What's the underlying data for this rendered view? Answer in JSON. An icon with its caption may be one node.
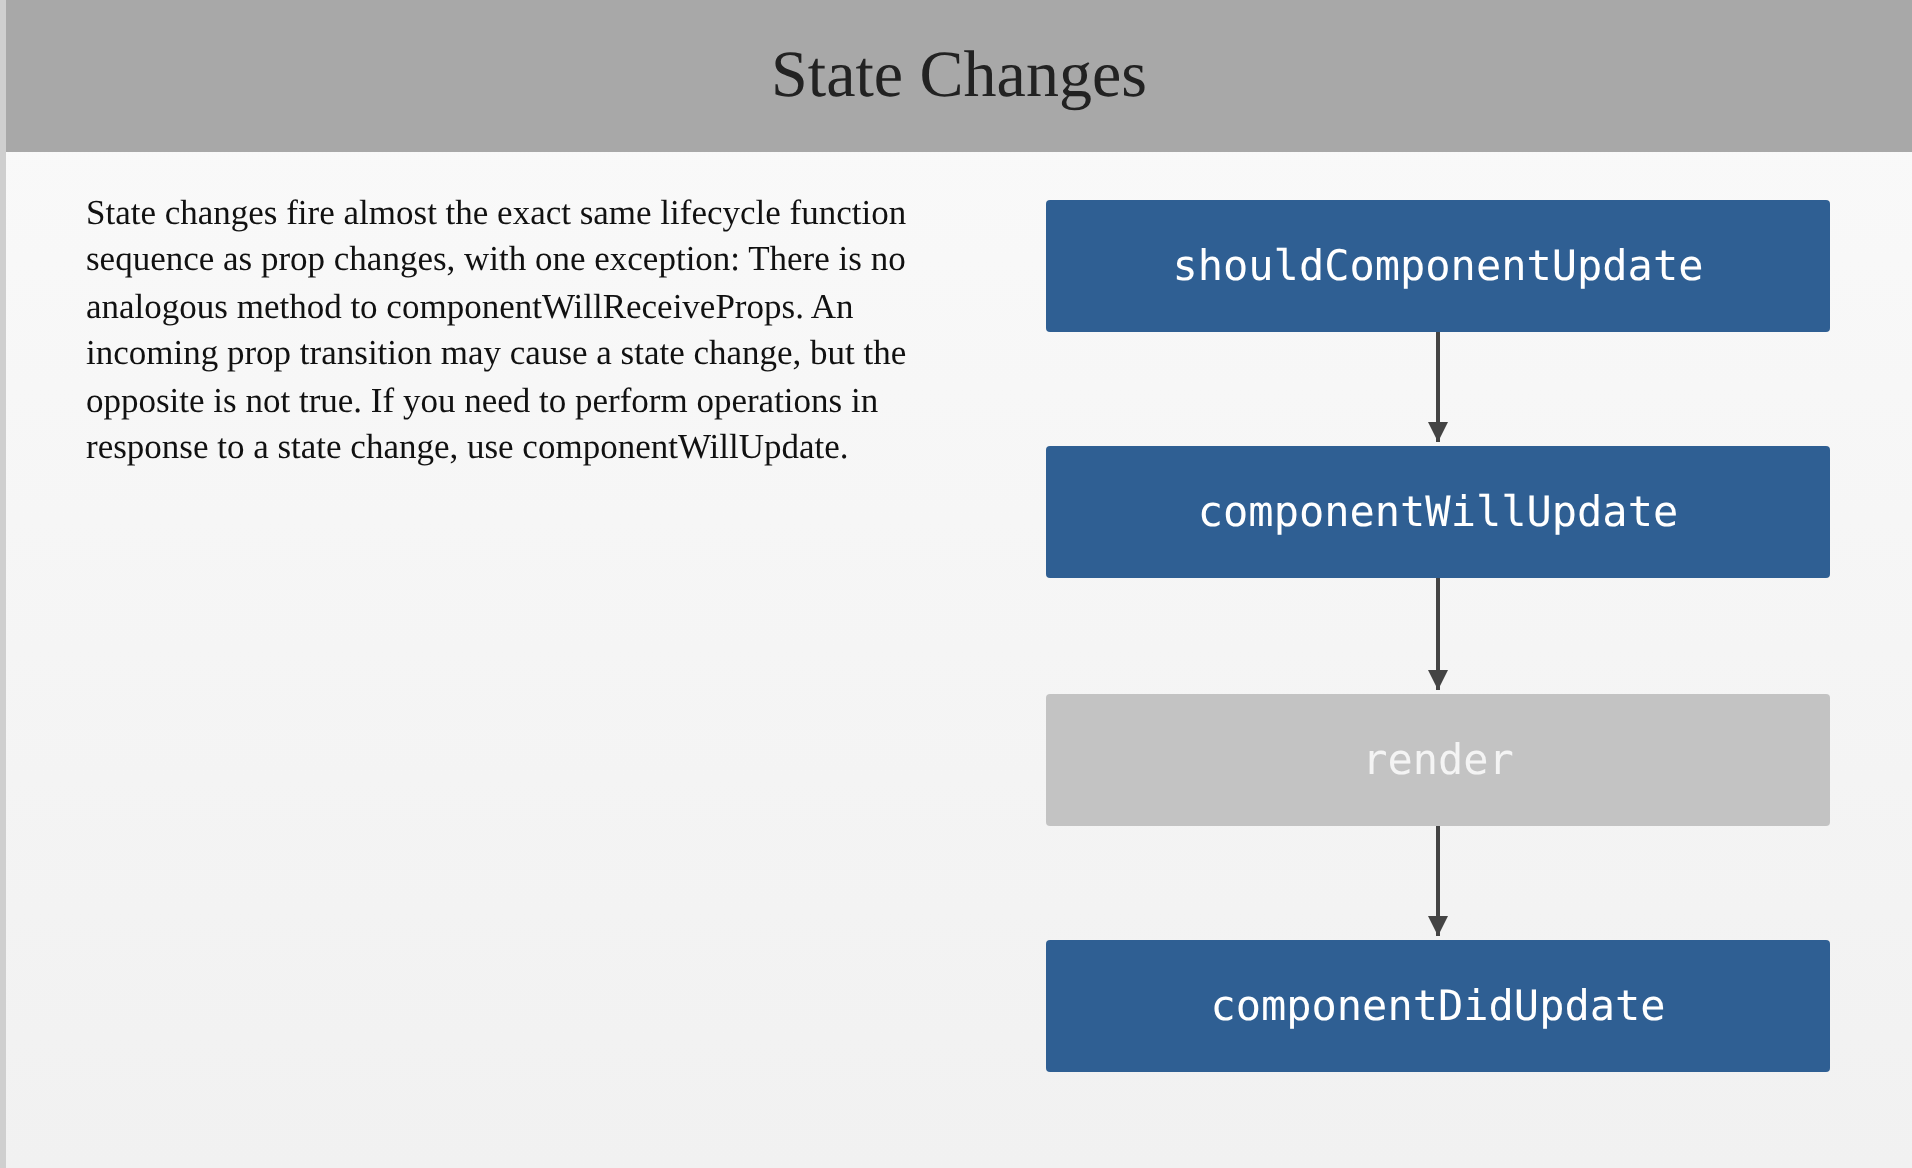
{
  "diagram": {
    "title": "State Changes",
    "nodes": [
      {
        "text": [
          "shouldComponentUpdate"
        ]
      },
      {
        "text": [
          "componentWillUpdate"
        ]
      },
      {
        "text": [
          "render"
        ]
      },
      {
        "text": [
          "componentDidUpdate"
        ]
      }
    ],
    "edges": [
      {
        "from": 0,
        "to": 1,
        "arrow": "to"
      },
      {
        "from": 1,
        "to": 2,
        "arrow": "to"
      },
      {
        "from": 2,
        "to": 3,
        "arrow": "to"
      }
    ],
    "labels": [
      "State changes fire almost the exact same lifecycle function sequence as prop changes, with one exception: There is no analogous method to componentWillReceiveProps. An incoming prop transition may cause a state change, but the opposite is not true. If you need to perform operations in response to a state change, use componentWillUpdate."
    ]
  }
}
